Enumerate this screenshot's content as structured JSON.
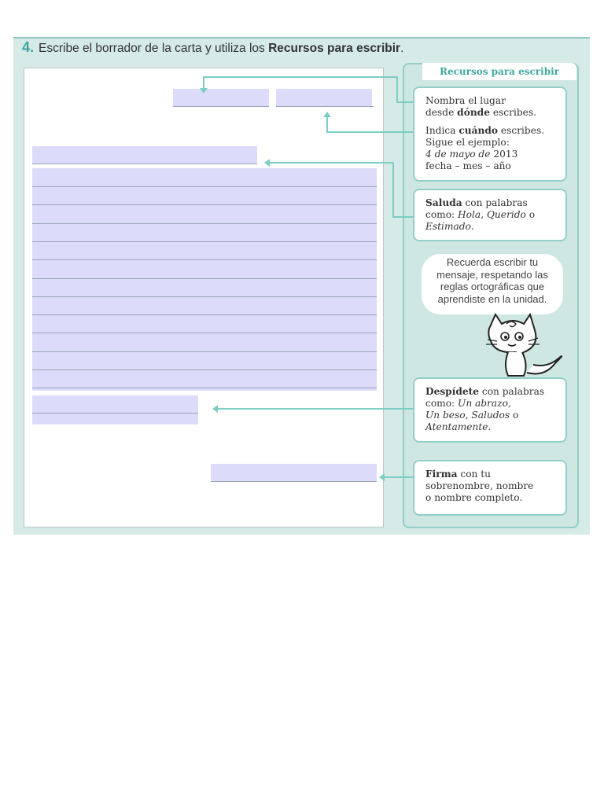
{
  "instruction": {
    "number": "4.",
    "text_before": "Escribe el borrador de la carta y utiliza los ",
    "bold": "Recursos para escribir",
    "text_after": "."
  },
  "resources": {
    "title": "Recursos para escribir",
    "place": {
      "line1": "Nombra el lugar",
      "line2_a": "desde ",
      "line2_bold": "dónde",
      "line2_b": " escribes."
    },
    "date": {
      "line1_a": "Indica ",
      "line1_bold": "cuándo",
      "line1_b": " escribes.",
      "line2": "Sigue el ejemplo:",
      "line3_italic": "4 de mayo de",
      "line3_b": " 2013",
      "line4": "fecha – mes – año"
    },
    "greeting": {
      "line1_bold": "Saluda",
      "line1_b": " con palabras",
      "line2_a": "como: ",
      "line2_i1": "Hola",
      "line2_sep": ", ",
      "line2_i2": "Querido",
      "line2_b": " o",
      "line3_italic": "Estimado",
      "line3_b": "."
    },
    "bubble": {
      "line1": "Recuerda escribir tu",
      "line2": "mensaje, respetando las",
      "line3": "reglas ortográficas que",
      "line4": "aprendiste en la unidad."
    },
    "farewell": {
      "line1_bold": "Despídete",
      "line1_b": " con palabras",
      "line2_a": "como: ",
      "line2_italic": "Un abrazo,",
      "line3_i1": "Un beso",
      "line3_sep": ", ",
      "line3_i2": "Saludos",
      "line3_b": " o",
      "line4_italic": "Atentamente",
      "line4_b": "."
    },
    "signature": {
      "line1_bold": "Firma",
      "line1_b": " con tu",
      "line2": "sobrenombre, nombre",
      "line3": "o nombre completo."
    }
  },
  "colors": {
    "accent": "#3ea79f",
    "panel": "#cfe7e3",
    "highlight": "#dcdcfa",
    "arrow": "#7ccdc4"
  }
}
